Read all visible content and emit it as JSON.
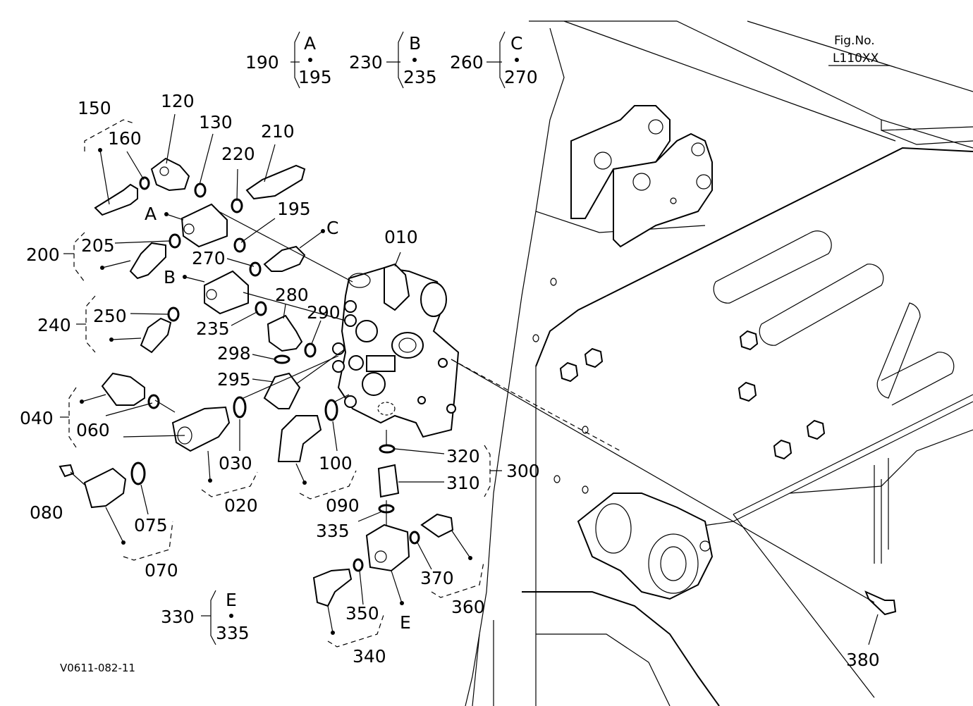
{
  "figure_no": {
    "line1": "Fig.No.",
    "line2": "L110XX"
  },
  "footer_code": "V0611-082-11",
  "parts": [
    {
      "id": "p010",
      "text": "010"
    },
    {
      "id": "p020",
      "text": "020"
    },
    {
      "id": "p030",
      "text": "030"
    },
    {
      "id": "p040",
      "text": "040"
    },
    {
      "id": "p060",
      "text": "060"
    },
    {
      "id": "p070",
      "text": "070"
    },
    {
      "id": "p075",
      "text": "075"
    },
    {
      "id": "p080",
      "text": "080"
    },
    {
      "id": "p090",
      "text": "090"
    },
    {
      "id": "p100",
      "text": "100"
    },
    {
      "id": "p120",
      "text": "120"
    },
    {
      "id": "p130",
      "text": "130"
    },
    {
      "id": "p150",
      "text": "150"
    },
    {
      "id": "p160",
      "text": "160"
    },
    {
      "id": "p190",
      "text": "190"
    },
    {
      "id": "p195a",
      "text": "195"
    },
    {
      "id": "p195b",
      "text": "195"
    },
    {
      "id": "p200",
      "text": "200"
    },
    {
      "id": "p205",
      "text": "205"
    },
    {
      "id": "p210",
      "text": "210"
    },
    {
      "id": "p220",
      "text": "220"
    },
    {
      "id": "p230",
      "text": "230"
    },
    {
      "id": "p235a",
      "text": "235"
    },
    {
      "id": "p235b",
      "text": "235"
    },
    {
      "id": "p240",
      "text": "240"
    },
    {
      "id": "p250",
      "text": "250"
    },
    {
      "id": "p260",
      "text": "260"
    },
    {
      "id": "p270a",
      "text": "270"
    },
    {
      "id": "p270b",
      "text": "270"
    },
    {
      "id": "p280",
      "text": "280"
    },
    {
      "id": "p290",
      "text": "290"
    },
    {
      "id": "p295",
      "text": "295"
    },
    {
      "id": "p298",
      "text": "298"
    },
    {
      "id": "p300",
      "text": "300"
    },
    {
      "id": "p310",
      "text": "310"
    },
    {
      "id": "p320",
      "text": "320"
    },
    {
      "id": "p330",
      "text": "330"
    },
    {
      "id": "p335a",
      "text": "335"
    },
    {
      "id": "p335b",
      "text": "335"
    },
    {
      "id": "p340",
      "text": "340"
    },
    {
      "id": "p350",
      "text": "350"
    },
    {
      "id": "p360",
      "text": "360"
    },
    {
      "id": "p370",
      "text": "370"
    },
    {
      "id": "p380",
      "text": "380"
    }
  ],
  "letters": [
    {
      "id": "LA1",
      "text": "A"
    },
    {
      "id": "LB1",
      "text": "B"
    },
    {
      "id": "LC1",
      "text": "C"
    },
    {
      "id": "LE1",
      "text": "E"
    },
    {
      "id": "LA2",
      "text": "A"
    },
    {
      "id": "LB2",
      "text": "B"
    },
    {
      "id": "LC2",
      "text": "C"
    },
    {
      "id": "LE2",
      "text": "E"
    }
  ]
}
